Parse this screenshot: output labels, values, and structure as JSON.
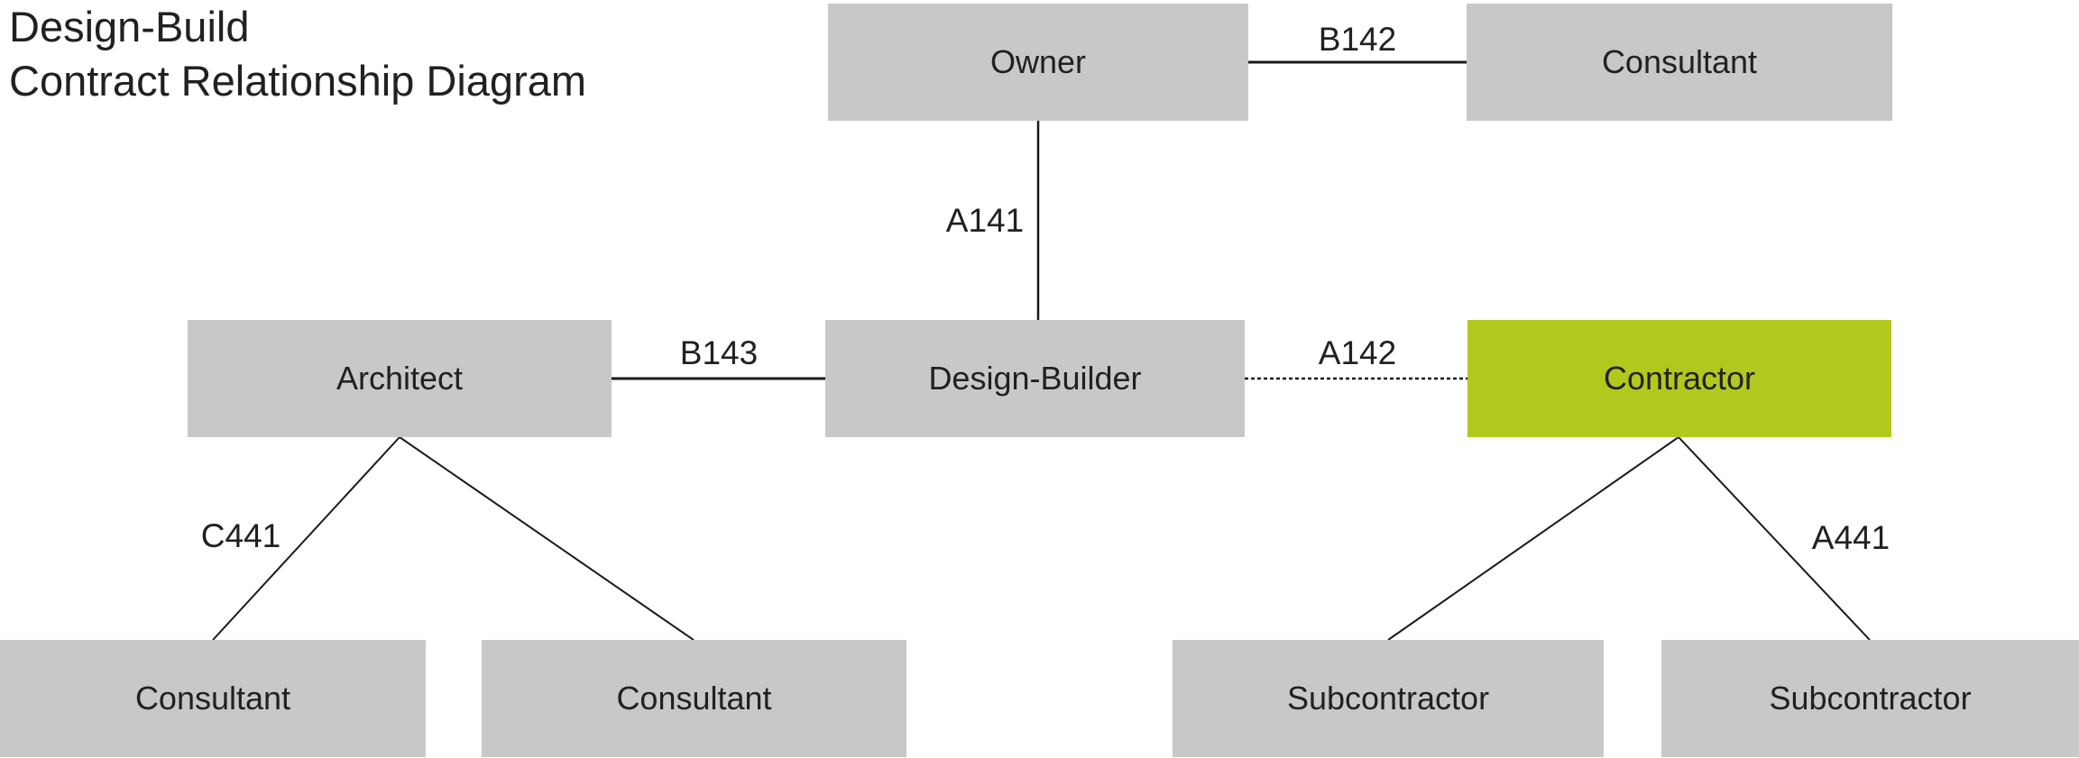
{
  "title": {
    "line1": "Design-Build",
    "line2": "Contract Relationship Diagram"
  },
  "nodes": {
    "owner": {
      "label": "Owner"
    },
    "consultant_top": {
      "label": "Consultant"
    },
    "architect": {
      "label": "Architect"
    },
    "design_builder": {
      "label": "Design-Builder"
    },
    "contractor": {
      "label": "Contractor"
    },
    "consultant_bl1": {
      "label": "Consultant"
    },
    "consultant_bl2": {
      "label": "Consultant"
    },
    "subcontractor_1": {
      "label": "Subcontractor"
    },
    "subcontractor_2": {
      "label": "Subcontractor"
    }
  },
  "contracts": {
    "b142": "B142",
    "a141": "A141",
    "b143": "B143",
    "a142": "A142",
    "c441": "C441",
    "a441": "A441"
  },
  "edges": [
    {
      "from": "Owner",
      "to": "Consultant",
      "contract": "B142",
      "style": "solid"
    },
    {
      "from": "Owner",
      "to": "Design-Builder",
      "contract": "A141",
      "style": "solid"
    },
    {
      "from": "Architect",
      "to": "Design-Builder",
      "contract": "B143",
      "style": "solid"
    },
    {
      "from": "Design-Builder",
      "to": "Contractor",
      "contract": "A142",
      "style": "dotted"
    },
    {
      "from": "Architect",
      "to": "Consultant",
      "contract": "C441",
      "style": "solid"
    },
    {
      "from": "Architect",
      "to": "Consultant",
      "contract": "",
      "style": "solid"
    },
    {
      "from": "Contractor",
      "to": "Subcontractor",
      "contract": "",
      "style": "solid"
    },
    {
      "from": "Contractor",
      "to": "Subcontractor",
      "contract": "A441",
      "style": "solid"
    }
  ],
  "colors": {
    "node_fill": "#c8c8c8",
    "contractor_fill": "#b2c81e",
    "line_color": "#1a1a1a",
    "text_color": "#212121"
  }
}
